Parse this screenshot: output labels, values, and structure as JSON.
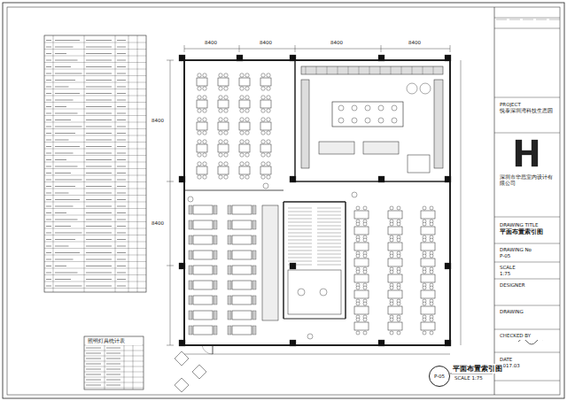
{
  "diagram": {
    "caption": "平面布置索引图",
    "nodes": [
      {
        "text": [
          "PROJECT",
          "悦泰深圳湾科技生态园"
        ]
      },
      {
        "text": [
          "深圳市华思室内设计有限公司"
        ]
      },
      {
        "text": [
          "DRAWING TITLE",
          "平面布置索引图"
        ]
      },
      {
        "text": [
          "DRAWING No",
          "P-05"
        ]
      },
      {
        "text": [
          "SCALE",
          "1:75"
        ]
      },
      {
        "text": [
          "DESIGNER"
        ]
      },
      {
        "text": [
          "DRAWING"
        ]
      },
      {
        "text": [
          "CHECKED BY"
        ]
      },
      {
        "text": [
          "DATE",
          "2017.03"
        ]
      },
      {
        "text": [
          "照明灯具统计表"
        ]
      },
      {
        "text": [
          "P-05"
        ]
      }
    ],
    "labels": [
      "8400",
      "8400",
      "8400",
      "8400",
      "8400",
      "8400",
      "SCALE 1:75"
    ]
  }
}
